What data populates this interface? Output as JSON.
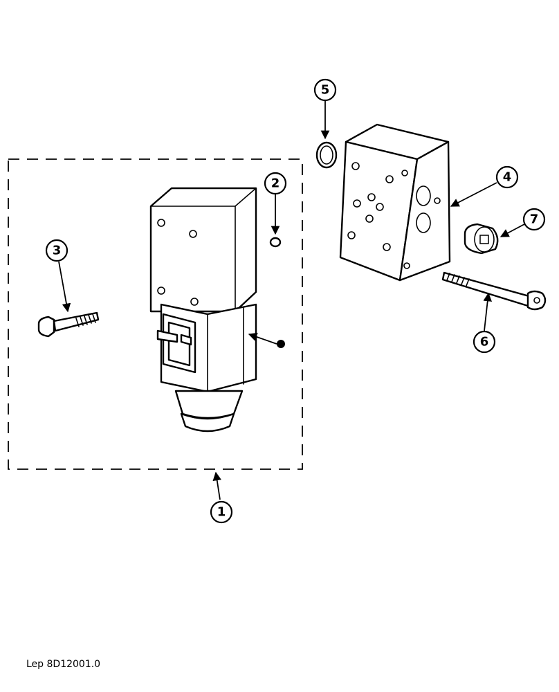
{
  "callouts": [
    {
      "id": "1",
      "label": "1"
    },
    {
      "id": "2",
      "label": "2"
    },
    {
      "id": "3",
      "label": "3"
    },
    {
      "id": "4",
      "label": "4"
    },
    {
      "id": "5",
      "label": "5"
    },
    {
      "id": "6",
      "label": "6"
    },
    {
      "id": "7",
      "label": "7"
    }
  ],
  "reference_code": "Lep 8D12001.0",
  "colors": {
    "line": "#000000",
    "background": "#ffffff"
  }
}
